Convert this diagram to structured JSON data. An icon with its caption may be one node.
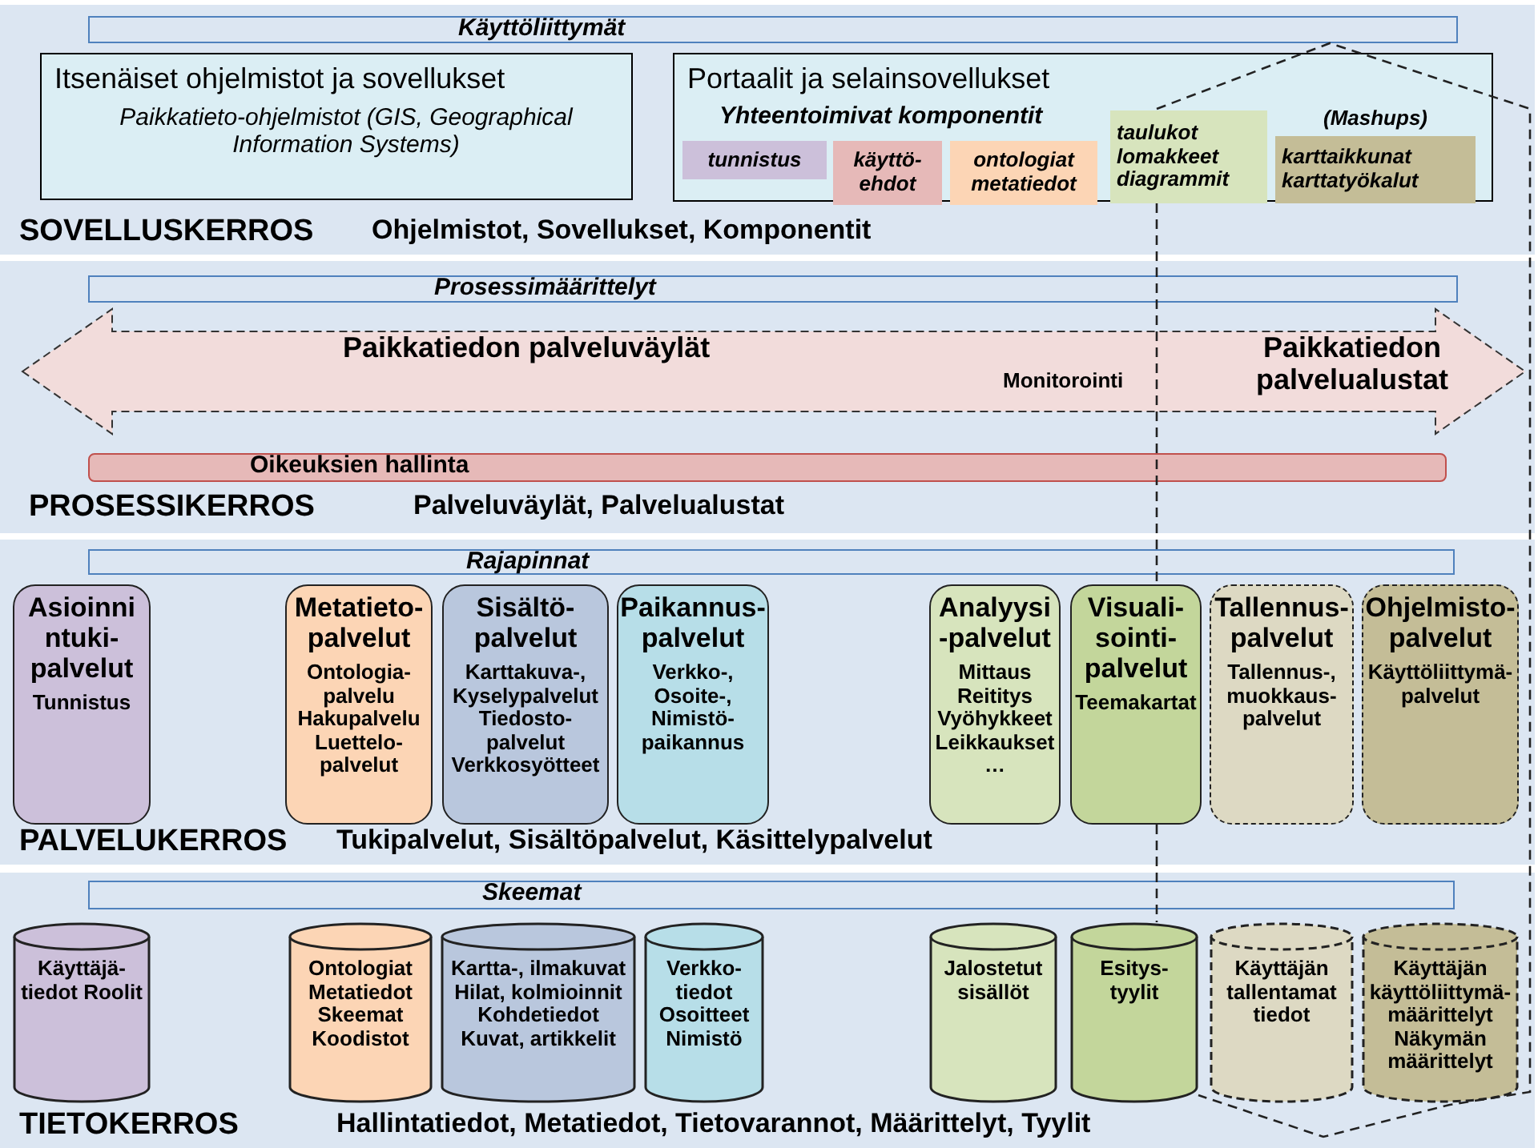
{
  "diagram": {
    "nodes": [
      {
        "text": [
          "SOVELLUSKERROS",
          "Ohjelmistot, Sovellukset, Komponentit"
        ]
      },
      {
        "text": [
          "Käyttöliittymät"
        ],
        "in": 0
      },
      {
        "text": [
          "Itsenäiset ohjelmistot ja sovellukset",
          "Paikkatieto-ohjelmistot (GIS, Geographical Information Systems)"
        ],
        "in": 0
      },
      {
        "text": [
          "Portaalit ja selainsovellukset",
          "Yhteentoimivat komponentit"
        ],
        "in": 0
      },
      {
        "text": [
          "tunnistus"
        ],
        "in": 3
      },
      {
        "text": [
          "käyttö- ehdot"
        ],
        "in": 3
      },
      {
        "text": [
          "ontologiat metatiedot"
        ],
        "in": 3
      },
      {
        "text": [
          "taulukot lomakkeet diagrammit"
        ],
        "in": 3
      },
      {
        "text": [
          "karttaikkunat karttatyökalut"
        ],
        "beside": [
          "(Mashups)"
        ],
        "in": 3
      },
      {
        "text": [
          "PROSESSIKERROS",
          "Palveluväylät, Palvelualustat"
        ]
      },
      {
        "text": [
          "Prosessimäärittelyt"
        ],
        "in": 9
      },
      {
        "text": [
          "Paikkatiedon palveluväylät",
          "Monitorointi",
          "Paikkatiedon palvelualustat"
        ],
        "in": 9
      },
      {
        "text": [
          "Oikeuksien hallinta"
        ],
        "in": 9
      },
      {
        "text": [
          "PALVELUKERROS",
          "Tukipalvelut, Sisältöpalvelut, Käsittelypalvelut"
        ]
      },
      {
        "text": [
          "Rajapinnat"
        ],
        "in": 13
      },
      {
        "text": [
          "Asioinni ntuki- palvelut",
          "Tunnistus"
        ],
        "in": 13
      },
      {
        "text": [
          "Metatieto- palvelut",
          "Ontologia- palvelu Hakupalvelu Luettelo- palvelut"
        ],
        "in": 13
      },
      {
        "text": [
          "Sisältö- palvelut",
          "Karttakuva-, Kyselypalvelut Tiedosto- palvelut Verkkosyötteet"
        ],
        "in": 13
      },
      {
        "text": [
          "Paikannus- palvelut",
          "Verkko-, Osoite-, Nimistö- paikannus"
        ],
        "in": 13
      },
      {
        "text": [
          "Analyysi -palvelut",
          "Mittaus Reititys Vyöhykkeet Leikkaukset …"
        ],
        "in": 13
      },
      {
        "text": [
          "Visuali- sointi- palvelut",
          "Teemakartat"
        ],
        "in": 13
      },
      {
        "text": [
          "Tallennus- palvelut",
          "Tallennus-, muokkaus- palvelut"
        ],
        "in": 13
      },
      {
        "text": [
          "Ohjelmisto- palvelut",
          "Käyttöliittymä- palvelut"
        ],
        "in": 13
      },
      {
        "text": [
          "TIETOKERROS",
          "Hallintatiedot, Metatiedot, Tietovarannot, Määrittelyt, Tyylit"
        ]
      },
      {
        "text": [
          "Skeemat"
        ],
        "in": 23
      },
      {
        "text": [
          "Käyttäjä- tiedot Roolit"
        ],
        "in": 23
      },
      {
        "text": [
          "Ontologiat Metatiedot Skeemat Koodistot"
        ],
        "in": 23
      },
      {
        "text": [
          "Kartta-, ilmakuvat Hilat, kolmioinnit Kohdetiedot Kuvat, artikkelit"
        ],
        "in": 23
      },
      {
        "text": [
          "Verkko- tiedot Osoitteet Nimistö"
        ],
        "in": 23
      },
      {
        "text": [
          "Jalostetut sisällöt"
        ],
        "in": 23
      },
      {
        "text": [
          "Esitys- tyylit"
        ],
        "in": 23
      },
      {
        "text": [
          "Käyttäjän tallentamat tiedot"
        ],
        "in": 23
      },
      {
        "text": [
          "Käyttäjän käyttöliittymä- määrittelyt Näkymän määrittelyt"
        ],
        "in": 23
      }
    ]
  }
}
